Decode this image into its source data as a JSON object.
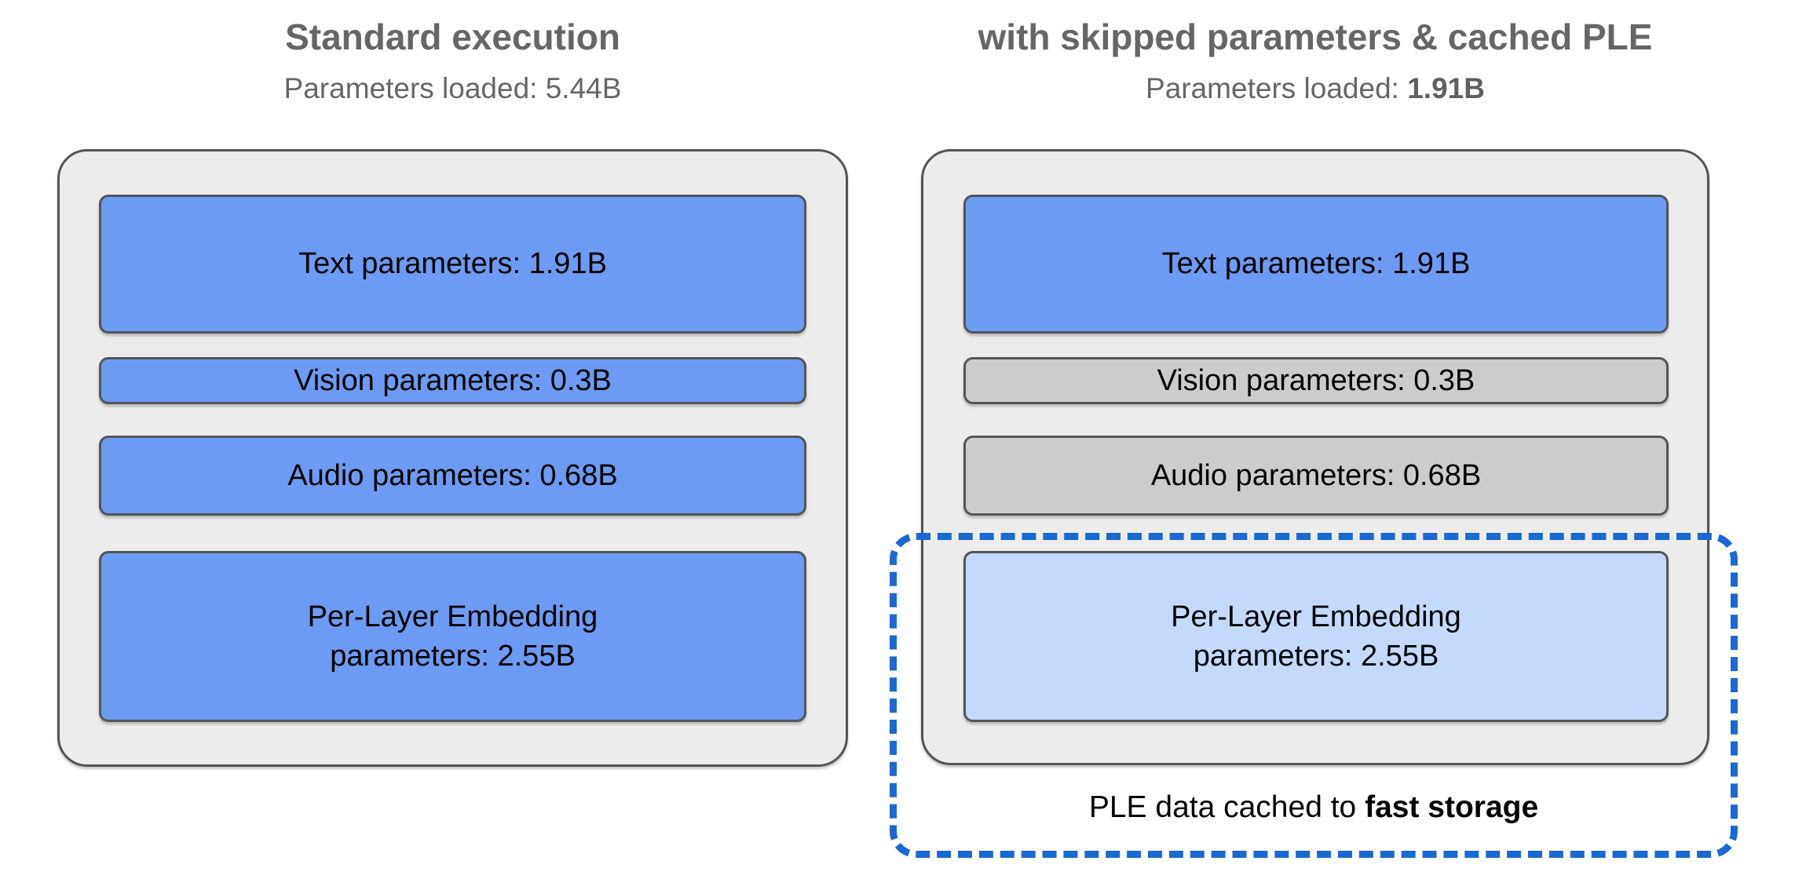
{
  "figure": {
    "kind": "two-panel-comparison-diagram",
    "background": "#ffffff"
  },
  "colors": {
    "active_block": "#6B9BF2",
    "skipped_block": "#CCCCCC",
    "cached_block": "#C4D9FC",
    "panel_background": "#ECECEC",
    "block_border": "#555555",
    "highlight_dashed": "#1A68D1",
    "header_text": "#666666",
    "body_text": "#000000"
  },
  "panels": [
    {
      "id": "standard",
      "title": "Standard execution",
      "subtitle_prefix": "Parameters loaded: ",
      "subtitle_value": "5.44B",
      "subtitle_value_bold": false,
      "blocks": [
        {
          "id": "text",
          "label": "Text parameters: 1.91B",
          "state": "active"
        },
        {
          "id": "vision",
          "label": "Vision parameters: 0.3B",
          "state": "active"
        },
        {
          "id": "audio",
          "label": "Audio parameters: 0.68B",
          "state": "active"
        },
        {
          "id": "ple",
          "line1": "Per-Layer Embedding",
          "line2": "parameters: 2.55B",
          "state": "active"
        }
      ]
    },
    {
      "id": "optimized",
      "title": "with skipped parameters & cached PLE",
      "subtitle_prefix": "Parameters loaded: ",
      "subtitle_value": "1.91B",
      "subtitle_value_bold": true,
      "blocks": [
        {
          "id": "text",
          "label": "Text parameters: 1.91B",
          "state": "active"
        },
        {
          "id": "vision",
          "label": "Vision parameters: 0.3B",
          "state": "skipped"
        },
        {
          "id": "audio",
          "label": "Audio parameters: 0.68B",
          "state": "skipped"
        },
        {
          "id": "ple",
          "line1": "Per-Layer Embedding",
          "line2": "parameters: 2.55B",
          "state": "cached"
        }
      ],
      "cache_caption": {
        "prefix": "PLE data cached to ",
        "emphasis": "fast storage"
      }
    }
  ]
}
